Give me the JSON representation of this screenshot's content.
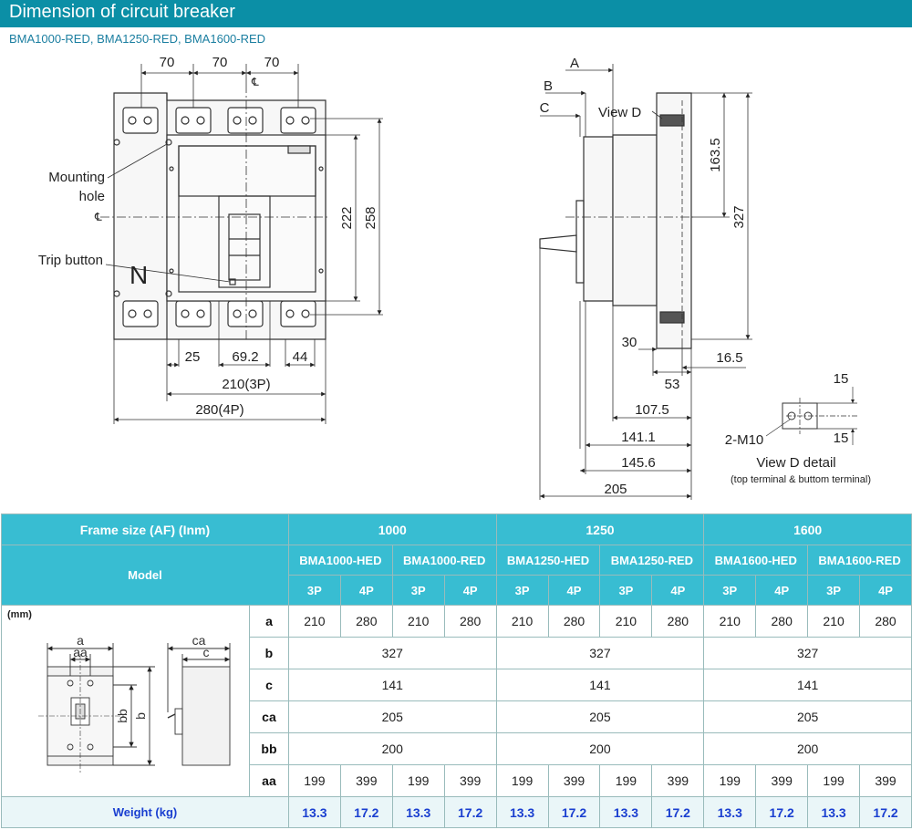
{
  "header": {
    "title": "Dimension of circuit breaker",
    "subtitle": "BMA1000-RED, BMA1250-RED, BMA1600-RED"
  },
  "front": {
    "dim_70a": "70",
    "dim_70b": "70",
    "dim_70c": "70",
    "cl_top": "℄",
    "cl_left": "℄",
    "mounting1": "Mounting",
    "mounting2": "hole",
    "trip": "Trip button",
    "n_label": "N",
    "dim_222": "222",
    "dim_258": "258",
    "dim_25": "25",
    "dim_692": "69.2",
    "dim_44": "44",
    "dim_210": "210(3P)",
    "dim_280": "280(4P)"
  },
  "side": {
    "a": "A",
    "b": "B",
    "c": "C",
    "view_d": "View D",
    "dim_1635": "163.5",
    "dim_327": "327",
    "dim_30": "30",
    "dim_165": "16.5",
    "dim_53": "53",
    "dim_1075": "107.5",
    "dim_1411": "141.1",
    "dim_1456": "145.6",
    "dim_205": "205"
  },
  "detail": {
    "d15a": "15",
    "d15b": "15",
    "m10": "2-M10",
    "title": "View D detail",
    "sub": "(top terminal & buttom terminal)"
  },
  "table": {
    "frame_label": "Frame size (AF) (Inm)",
    "frames": [
      "1000",
      "1250",
      "1600"
    ],
    "model_label": "Model",
    "models": [
      "BMA1000-HED",
      "BMA1000-RED",
      "BMA1250-HED",
      "BMA1250-RED",
      "BMA1600-HED",
      "BMA1600-RED"
    ],
    "poles": [
      "3P",
      "4P",
      "3P",
      "4P",
      "3P",
      "4P",
      "3P",
      "4P",
      "3P",
      "4P",
      "3P",
      "4P"
    ],
    "mm": "(mm)",
    "mini": {
      "a": "a",
      "aa": "aa",
      "ca": "ca",
      "c": "c",
      "bb": "bb",
      "b": "b"
    },
    "rows": [
      {
        "label": "a",
        "values": [
          "210",
          "280",
          "210",
          "280",
          "210",
          "280",
          "210",
          "280",
          "210",
          "280",
          "210",
          "280"
        ]
      },
      {
        "label": "b",
        "values": [
          "327",
          "327",
          "327"
        ]
      },
      {
        "label": "c",
        "values": [
          "141",
          "141",
          "141"
        ]
      },
      {
        "label": "ca",
        "values": [
          "205",
          "205",
          "205"
        ]
      },
      {
        "label": "bb",
        "values": [
          "200",
          "200",
          "200"
        ]
      },
      {
        "label": "aa",
        "values": [
          "199",
          "399",
          "199",
          "399",
          "199",
          "399",
          "199",
          "399",
          "199",
          "399",
          "199",
          "399"
        ]
      }
    ],
    "weight_label": "Weight (kg)",
    "weights": [
      "13.3",
      "17.2",
      "13.3",
      "17.2",
      "13.3",
      "17.2",
      "13.3",
      "17.2",
      "13.3",
      "17.2",
      "13.3",
      "17.2"
    ]
  }
}
